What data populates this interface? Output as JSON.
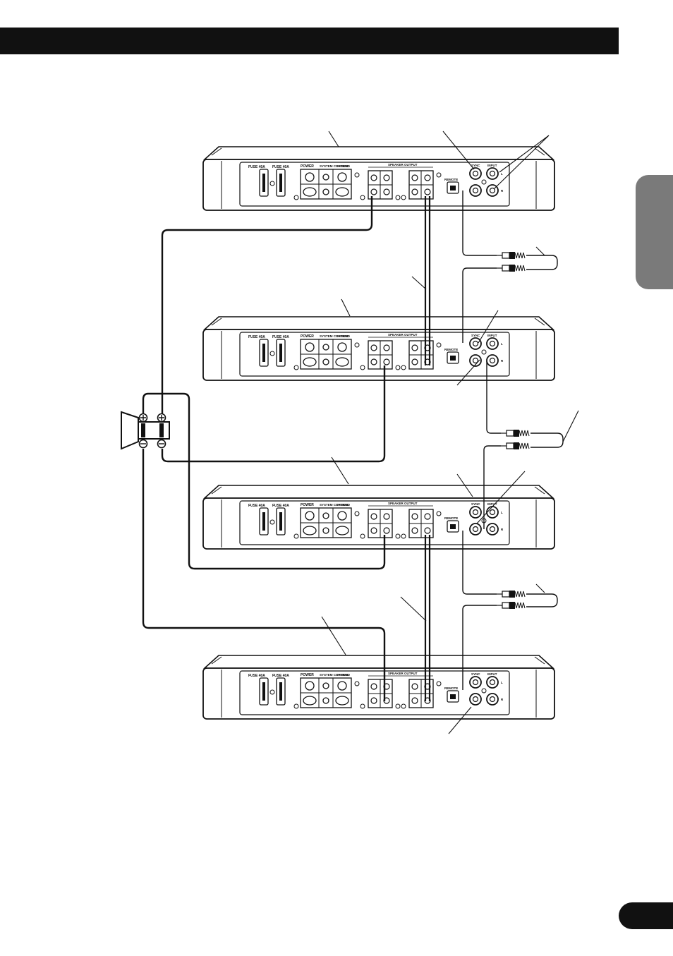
{
  "amplifier": {
    "fuse_left": "FUSE 40A",
    "fuse_right": "FUSE 40A",
    "power": "POWER",
    "system_control": "SYSTEM CONTROL",
    "ground": "GROUND",
    "speaker_output": "SPEAKER OUTPUT",
    "remote": "REMOTE",
    "sync": "SYNC",
    "input": "INPUT",
    "input_left": "L",
    "input_right": "R"
  },
  "colors": {
    "ink": "#111111",
    "tab": "#7a7a7a",
    "panel": "#ffffff"
  }
}
